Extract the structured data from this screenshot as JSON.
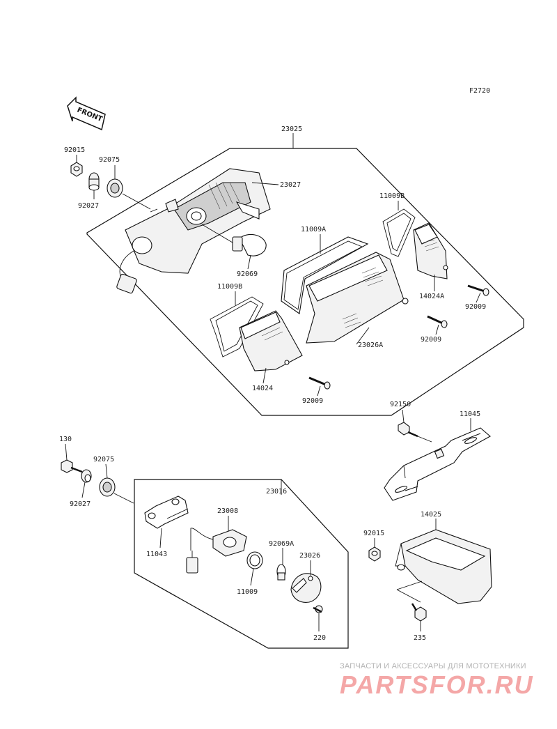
{
  "figure_code": "F2720",
  "front_label": "FRONT",
  "labels": {
    "p23025": "23025",
    "p92015_top": "92015",
    "p92075_top": "92075",
    "p92027_top": "92027",
    "p23027": "23027",
    "p11009B_right": "11009B",
    "p11009A": "11009A",
    "p92069": "92069",
    "p11009B_left": "11009B",
    "p14024A": "14024A",
    "p92009_a": "92009",
    "p92009_b": "92009",
    "p23026A": "23026A",
    "p14024": "14024",
    "p92009_c": "92009",
    "p130": "130",
    "p92075_bot": "92075",
    "p92027_bot": "92027",
    "p23016": "23016",
    "p92150": "92150",
    "p11045": "11045",
    "p23008": "23008",
    "p11043": "11043",
    "p92069A": "92069A",
    "p23026": "23026",
    "p11009": "11009",
    "p220": "220",
    "p14025": "14025",
    "p92015_bot": "92015",
    "p235": "235"
  },
  "watermark": {
    "caption": "ЗАПЧАСТИ И АКСЕССУАРЫ ДЛЯ МОТОТЕХНИКИ",
    "logo": "PARTSFOR.RU"
  },
  "colors": {
    "line": "#111111",
    "watermark_logo": "#f4a7a7",
    "watermark_caption": "#b3b3b3"
  }
}
